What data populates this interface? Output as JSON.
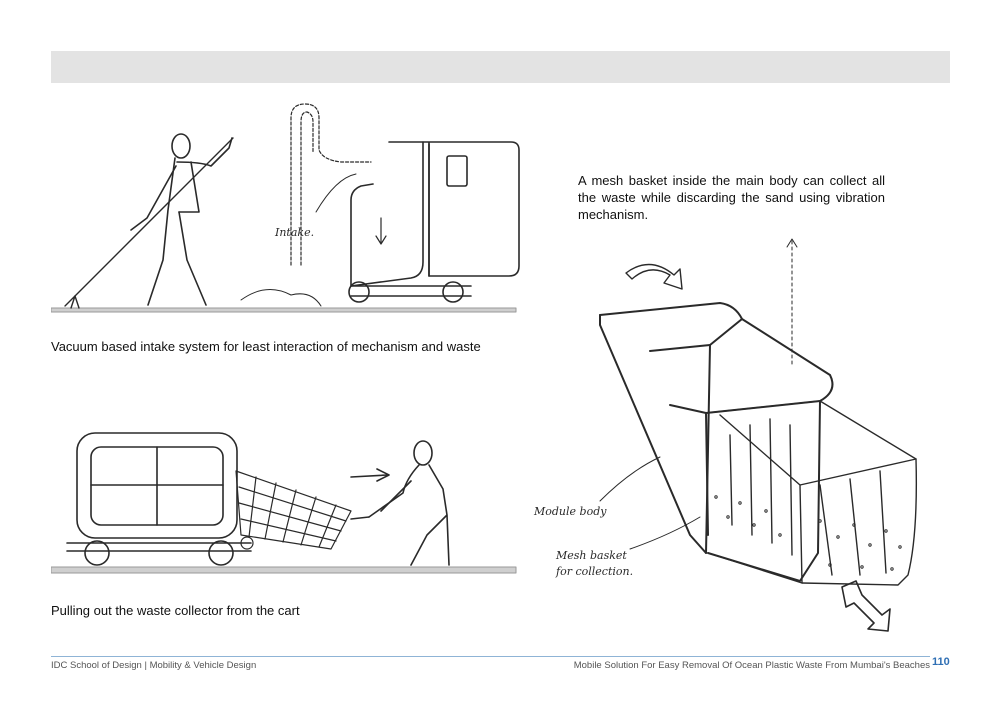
{
  "captions": {
    "vacuum": "Vacuum based intake system for least interaction of mechanism and waste",
    "pull": "Pulling out the waste collector from the cart",
    "mesh": "A mesh basket inside the main body can collect all the waste while discarding the sand using vibration mechanism."
  },
  "sketch_labels": {
    "intake": "Intake.",
    "module_body": "Module body",
    "mesh_basket_1": "Mesh basket",
    "mesh_basket_2": "for collection."
  },
  "footer": {
    "left": "IDC School of Design | Mobility & Vehicle Design",
    "right": "Mobile Solution For Easy Removal Of Ocean Plastic Waste From Mumbai's Beaches",
    "page_number": "110"
  },
  "colors": {
    "header_band": "#e3e3e3",
    "footer_line": "#8fb4d6",
    "page_number": "#2f6fb4"
  }
}
